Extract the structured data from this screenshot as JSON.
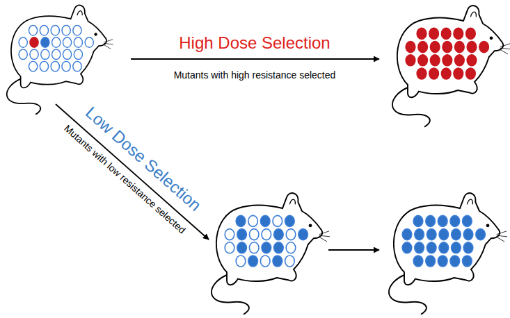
{
  "diagram": {
    "labels": [
      "High Dose Selection",
      "Mutants with high resistance selected",
      "Low Dose Selection",
      "Mutants with low resistance selected"
    ]
  }
}
